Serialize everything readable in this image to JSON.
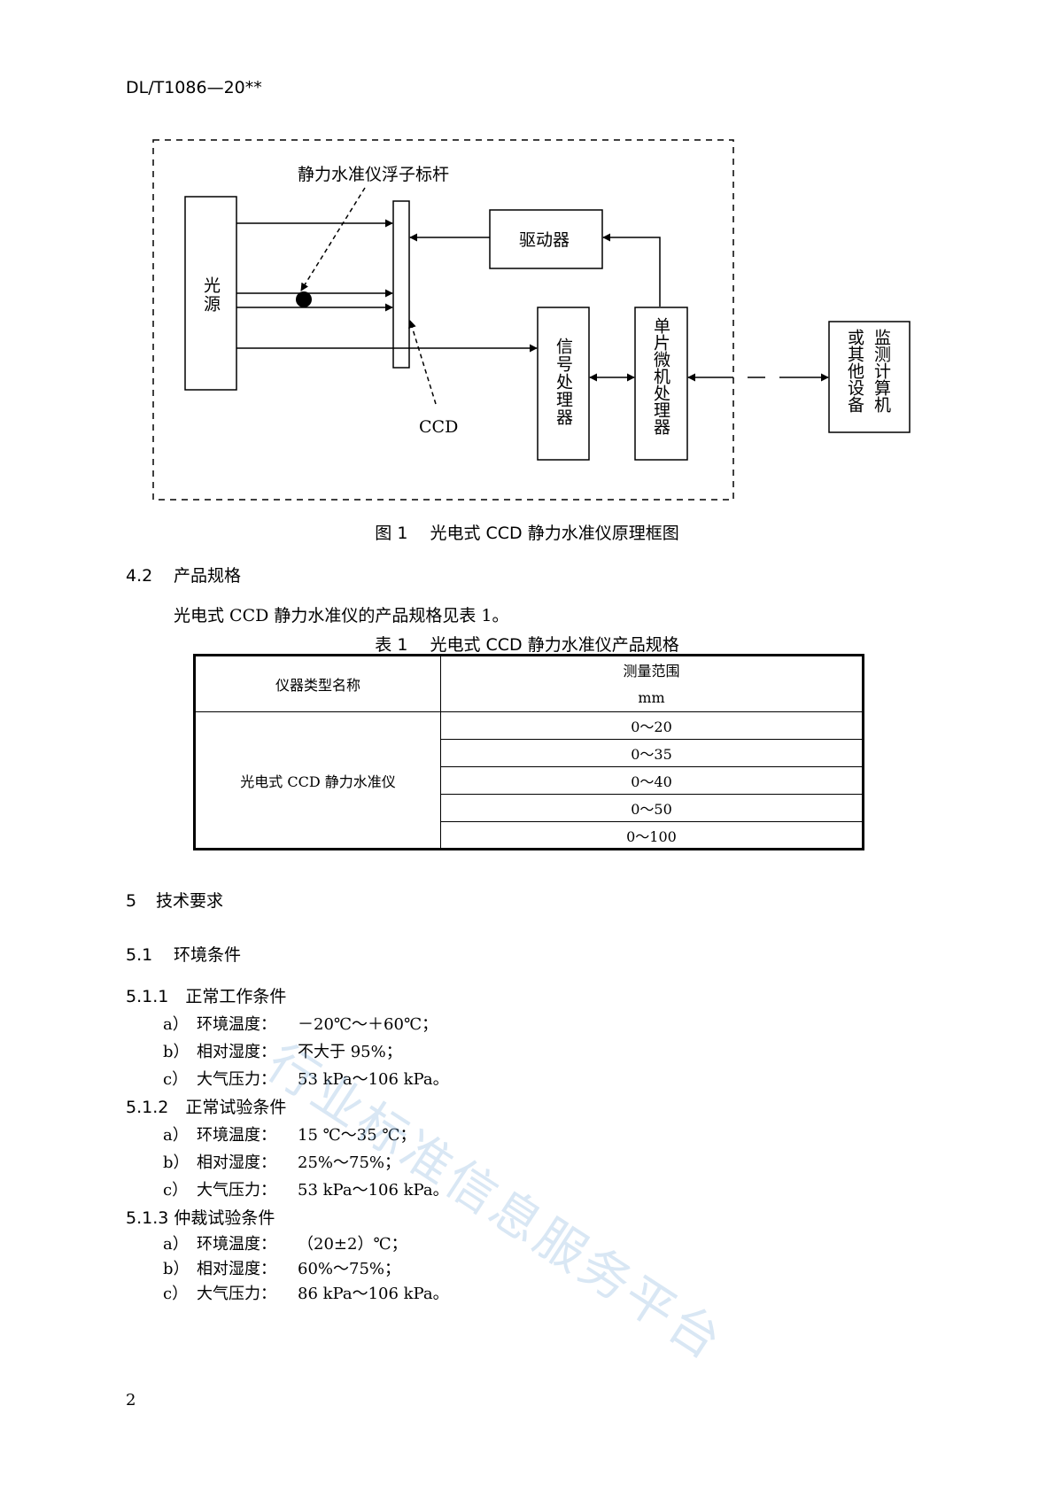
{
  "header": {
    "doc_code": "DL/T1086—20**"
  },
  "diagram": {
    "float_rod_label": "静力水准仪浮子标杆",
    "driver_label": "驱动器",
    "light_source_label": "光源",
    "signal_processor_label": "信号处理器",
    "mcu_label": "单片微机处理器",
    "ccd_label": "CCD",
    "computer_col1": "或其他设备",
    "computer_col2": "监测计算机"
  },
  "figure_caption": "图 1　 光电式 CCD 静力水准仪原理框图",
  "section_4_2": {
    "num": "4.2",
    "title": "产品规格",
    "paragraph": "光电式 CCD 静力水准仪的产品规格见表 1。"
  },
  "table_caption": "表 1　 光电式 CCD 静力水准仪产品规格",
  "table": {
    "col1_header": "仪器类型名称",
    "col2_header": "测量范围",
    "col2_unit": "mm",
    "instrument": "光电式 CCD 静力水准仪",
    "ranges": [
      "0～20",
      "0～35",
      "0～40",
      "0～50",
      "0～100"
    ]
  },
  "section_5": {
    "num": "5",
    "title": "技术要求"
  },
  "section_5_1": {
    "num": "5.1",
    "title": "环境条件"
  },
  "section_5_1_1": {
    "heading": "5.1.1　正常工作条件",
    "items": [
      {
        "label": "a）",
        "key": "环境温度：",
        "value": "－20℃～＋60℃；"
      },
      {
        "label": "b）",
        "key": "相对湿度：",
        "value": "不大于 95%；"
      },
      {
        "label": "c）",
        "key": "大气压力：",
        "value": "53 kPa～106 kPa。"
      }
    ]
  },
  "section_5_1_2": {
    "heading": "5.1.2　正常试验条件",
    "items": [
      {
        "label": "a）",
        "key": "环境温度：",
        "value": "15 ℃～35 ℃；"
      },
      {
        "label": "b）",
        "key": "相对湿度：",
        "value": "25%～75%；"
      },
      {
        "label": "c）",
        "key": "大气压力：",
        "value": "53 kPa～106 kPa。"
      }
    ]
  },
  "section_5_1_3": {
    "heading": "5.1.3 仲裁试验条件",
    "items": [
      {
        "label": "a）",
        "key": "环境温度：",
        "value": "（20±2）℃；"
      },
      {
        "label": "b）",
        "key": "相对湿度：",
        "value": "60%～75%；"
      },
      {
        "label": "c）",
        "key": "大气压力：",
        "value": "86 kPa～106 kPa。"
      }
    ]
  },
  "watermark": "行业标准信息服务平台",
  "page_number": "2"
}
